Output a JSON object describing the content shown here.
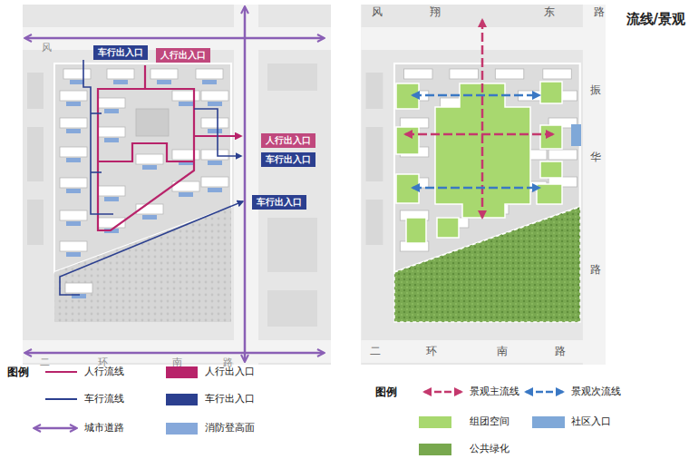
{
  "diagram": {
    "title": "流线/景观",
    "nodes": [
      {
        "text": [
          "车行出入口"
        ]
      },
      {
        "text": [
          "人行出入口"
        ]
      },
      {
        "text": [
          "人行出入口"
        ]
      },
      {
        "text": [
          "车行出入口"
        ]
      },
      {
        "text": [
          "车行出入口"
        ]
      }
    ],
    "labels": [
      "风",
      "二",
      "环",
      "南",
      "路",
      "风",
      "翔",
      "东",
      "路",
      "振",
      "华",
      "路",
      "二",
      "环",
      "南",
      "路",
      "图例",
      "图例"
    ],
    "legend": [
      {
        "text": "人行流线"
      },
      {
        "text": "人行出入口",
        "color": "#b8236a"
      },
      {
        "text": "车行流线"
      },
      {
        "text": "车行出入口",
        "color": "#2b3f8f"
      },
      {
        "text": "城市道路"
      },
      {
        "text": "消防登高面",
        "color": "#86a8da"
      },
      {
        "text": "景观主流线"
      },
      {
        "text": "景观次流线"
      },
      {
        "text": "组团空间",
        "color": "#a8d86f"
      },
      {
        "text": "社区入口",
        "color": "#7fa8d8"
      },
      {
        "text": "公共绿化",
        "color": "#78a84e"
      }
    ]
  }
}
